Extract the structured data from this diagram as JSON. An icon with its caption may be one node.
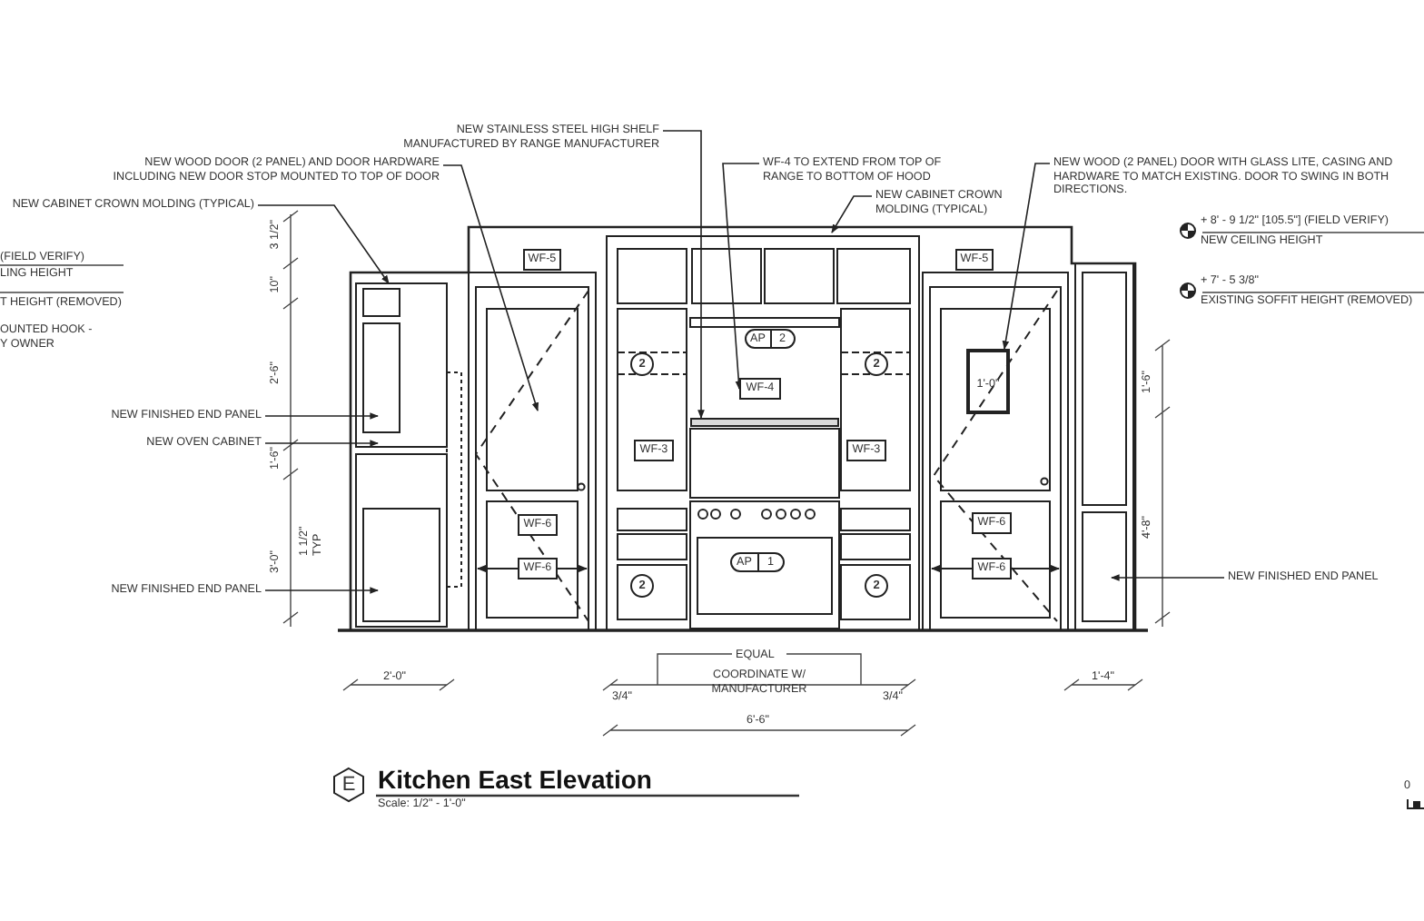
{
  "diagram": {
    "title": "Kitchen East Elevation",
    "nodes": [
      {
        "text": [
          "NEW CABINET CROWN MOLDING (TYPICAL)"
        ]
      },
      {
        "text": [
          "NEW WOOD DOOR (2 PANEL) AND DOOR HARDWARE INCLUDING NEW DOOR STOP MOUNTED TO TOP OF DOOR"
        ]
      },
      {
        "text": [
          "NEW STAINLESS STEEL HIGH SHELF MANUFACTURED BY RANGE MANUFACTURER"
        ]
      },
      {
        "text": [
          "WF-4 TO EXTEND FROM TOP OF RANGE TO BOTTOM OF HOOD"
        ]
      },
      {
        "text": [
          "NEW CABINET CROWN MOLDING (TYPICAL)"
        ]
      },
      {
        "text": [
          "NEW WOOD (2 PANEL) DOOR WITH GLASS LITE, CASING AND HARDWARE TO MATCH EXISTING. DOOR TO SWING IN BOTH DIRECTIONS."
        ]
      },
      {
        "text": [
          "WF-5"
        ]
      },
      {
        "text": [
          "WF-5"
        ]
      },
      {
        "text": [
          "AP",
          "2"
        ]
      },
      {
        "text": [
          "2"
        ]
      },
      {
        "text": [
          "WF-4"
        ]
      },
      {
        "text": [
          "2"
        ]
      },
      {
        "text": [
          "NEW FINISHED END PANEL"
        ]
      },
      {
        "text": [
          "NEW OVEN CABINET"
        ]
      },
      {
        "text": [
          "WF-3"
        ]
      },
      {
        "text": [
          "WF-3"
        ]
      },
      {
        "text": [
          "WF-6"
        ]
      },
      {
        "text": [
          "WF-6"
        ]
      },
      {
        "text": [
          "WF-6"
        ]
      },
      {
        "text": [
          "WF-6"
        ]
      },
      {
        "text": [
          "AP",
          "1"
        ]
      },
      {
        "text": [
          "NEW FINISHED END PANEL"
        ]
      },
      {
        "text": [
          "NEW FINISHED END PANEL"
        ]
      },
      {
        "text": [
          "2"
        ]
      },
      {
        "text": [
          "2"
        ]
      },
      {
        "text": [
          "E"
        ]
      },
      {
        "text": [],
        "shape": "bar"
      },
      {
        "text": [
          "1'-0\""
        ]
      }
    ],
    "edges": [
      {
        "from": 0,
        "to": null,
        "arrow": "to"
      },
      {
        "from": 1,
        "to": null,
        "arrow": "to"
      },
      {
        "from": 2,
        "to": 26,
        "arrow": "to"
      },
      {
        "from": 3,
        "to": 10,
        "arrow": "to"
      },
      {
        "from": 4,
        "to": null,
        "arrow": "to"
      },
      {
        "from": 5,
        "to": 27,
        "arrow": "to"
      },
      {
        "from": 12,
        "to": null,
        "arrow": "to"
      },
      {
        "from": 13,
        "to": null,
        "arrow": "to"
      },
      {
        "from": 21,
        "to": null,
        "arrow": "to"
      },
      {
        "from": 22,
        "to": null,
        "arrow": "to"
      }
    ],
    "labels": [
      "(FIELD VERIFY)",
      "LING HEIGHT",
      "T HEIGHT (REMOVED)",
      "OUNTED HOOK -",
      "Y OWNER",
      "+ 8' - 9 1/2\" [105.5\"] (FIELD VERIFY)",
      "NEW CEILING HEIGHT",
      "+ 7' - 5 3/8\"",
      "EXISTING SOFFIT HEIGHT (REMOVED)",
      "3 1/2\"",
      "10\"",
      "2'-6\"",
      "1'-6\"",
      "1 1/2\" TYP",
      "3'-0\"",
      "1'-6\"",
      "4'-8\"",
      "EQUAL",
      "2'-0\"",
      "COORDINATE W/ MANUFACTURER",
      "1'-4\"",
      "3/4\"",
      "3/4\"",
      "6'-6\"",
      "Scale: 1/2\" - 1'-0\"",
      "0"
    ]
  }
}
